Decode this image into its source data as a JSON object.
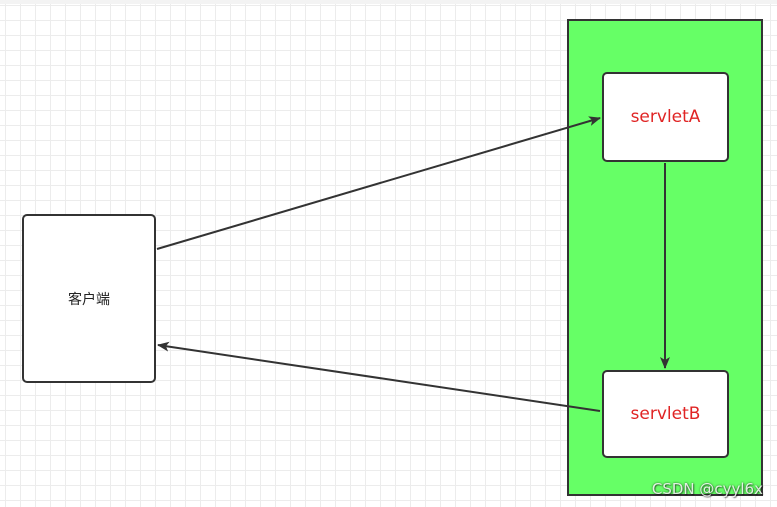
{
  "nodes": {
    "client": {
      "label": "客户端"
    },
    "servlet_a": {
      "label": "servletA"
    },
    "servlet_b": {
      "label": "servletB"
    }
  },
  "watermark": "CSDN @cyyl6x",
  "colors": {
    "container_fill": "#66ff66",
    "servlet_text": "#e02424",
    "stroke": "#333333"
  }
}
